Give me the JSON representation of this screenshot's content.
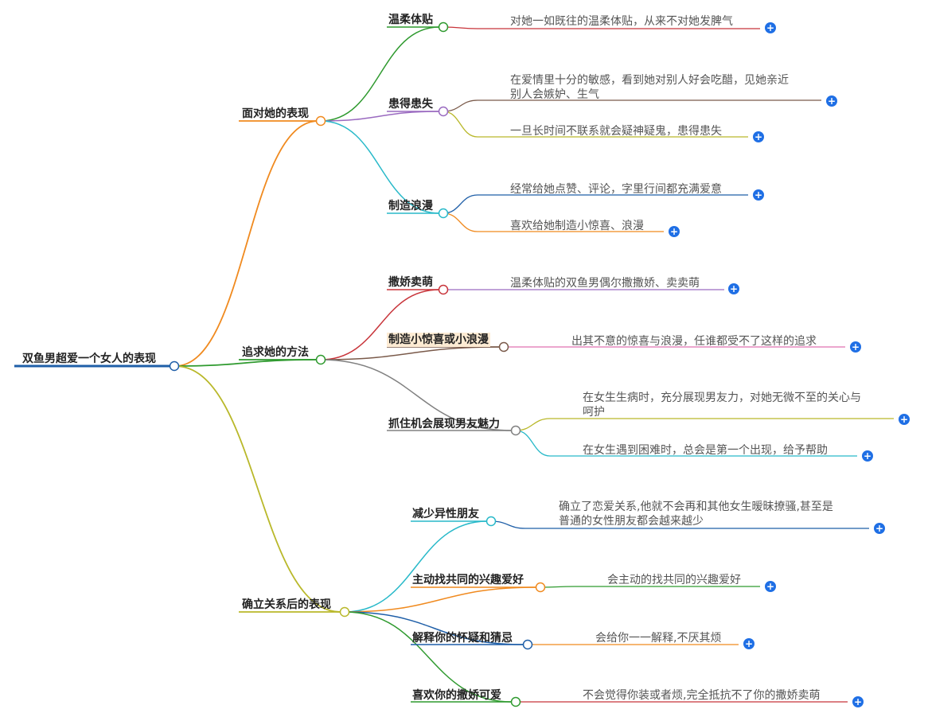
{
  "root": {
    "label": "双鱼男超爱一个女人的表现"
  },
  "branches": [
    {
      "label": "面对她的表现",
      "children": [
        {
          "label": "温柔体贴",
          "leaves": [
            {
              "text": [
                "对她一如既往的温柔体贴，从来不对她发脾气"
              ]
            }
          ]
        },
        {
          "label": "患得患失",
          "leaves": [
            {
              "text": [
                "在爱情里十分的敏感，看到她对别人好会吃醋，见她亲近",
                "别人会嫉妒、生气"
              ]
            },
            {
              "text": [
                "一旦长时间不联系就会疑神疑鬼，患得患失"
              ]
            }
          ]
        },
        {
          "label": "制造浪漫",
          "leaves": [
            {
              "text": [
                "经常给她点赞、评论，字里行间都充满爱意"
              ]
            },
            {
              "text": [
                "喜欢给她制造小惊喜、浪漫"
              ]
            }
          ]
        }
      ]
    },
    {
      "label": "追求她的方法",
      "children": [
        {
          "label": "撒娇卖萌",
          "leaves": [
            {
              "text": [
                "温柔体贴的双鱼男偶尔撒撒娇、卖卖萌"
              ]
            }
          ]
        },
        {
          "label": "制造小惊喜或小浪漫",
          "leaves": [
            {
              "text": [
                "出其不意的惊喜与浪漫，任谁都受不了这样的追求"
              ]
            }
          ]
        },
        {
          "label": "抓住机会展现男友魅力",
          "leaves": [
            {
              "text": [
                "在女生生病时，充分展现男友力，对她无微不至的关心与",
                "呵护"
              ]
            },
            {
              "text": [
                "在女生遇到困难时，总会是第一个出现，给予帮助"
              ]
            }
          ]
        }
      ]
    },
    {
      "label": "确立关系后的表现",
      "children": [
        {
          "label": "减少异性朋友",
          "leaves": [
            {
              "text": [
                "确立了恋爱关系,他就不会再和其他女生暧昧撩骚,甚至是",
                "普通的女性朋友都会越来越少"
              ]
            }
          ]
        },
        {
          "label": "主动找共同的兴趣爱好",
          "leaves": [
            {
              "text": [
                "会主动的找共同的兴趣爱好"
              ]
            }
          ]
        },
        {
          "label": "解释你的怀疑和猜忌",
          "leaves": [
            {
              "text": [
                "会给你一一解释,不厌其烦"
              ]
            }
          ]
        },
        {
          "label": "喜欢你的撒娇可爱",
          "leaves": [
            {
              "text": [
                "不会觉得你装或者烦,完全抵抗不了你的撒娇卖萌"
              ]
            }
          ]
        }
      ]
    }
  ],
  "icons": {
    "expand": "plus-icon",
    "expand_glyph": "+"
  },
  "colors": {
    "root_line": "#1f5fa8",
    "plus": "#1f6fe5"
  }
}
